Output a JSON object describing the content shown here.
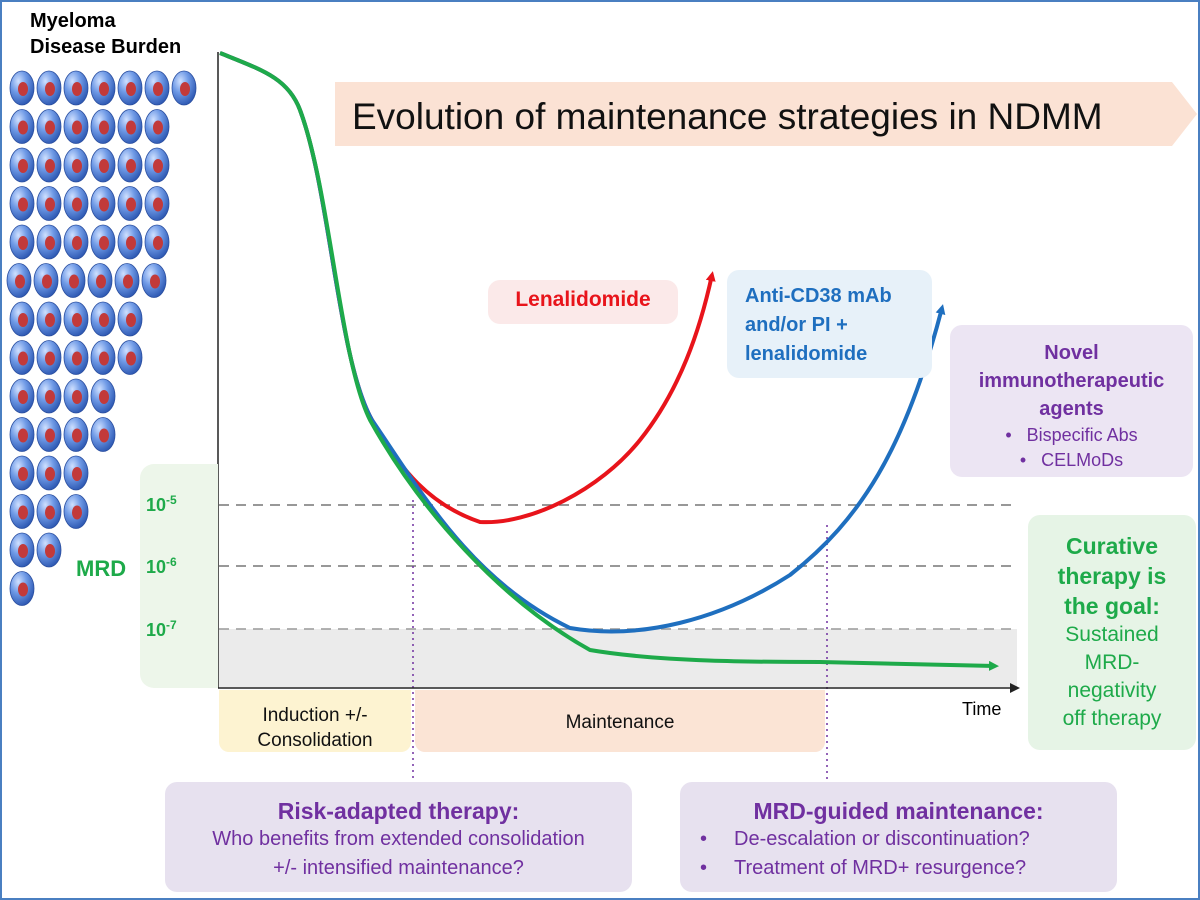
{
  "y_axis_title": [
    "Myeloma",
    "Disease Burden"
  ],
  "title": "Evolution of maintenance strategies in NDMM",
  "mrd_label": "MRD",
  "mrd_ticks": [
    {
      "base": "10",
      "exp": "-5"
    },
    {
      "base": "10",
      "exp": "-6"
    },
    {
      "base": "10",
      "exp": "-7"
    }
  ],
  "x_axis_label": "Time",
  "phases": {
    "induction": [
      "Induction +/-",
      "Consolidation"
    ],
    "maintenance": "Maintenance"
  },
  "strategies": {
    "lenalidomide": {
      "label": "Lenalidomide",
      "color": "#e8141b"
    },
    "anti_cd38": {
      "lines": [
        "Anti-CD38 mAb",
        "and/or PI +",
        "lenalidomide"
      ],
      "color": "#1f6fbf"
    },
    "novel": {
      "title": [
        "Novel",
        "immunotherapeutic",
        "agents"
      ],
      "bullets": [
        "Bispecific Abs",
        "CELMoDs"
      ],
      "color": "#7030a0"
    },
    "curative": {
      "title": [
        "Curative",
        "therapy is",
        "the goal:"
      ],
      "sub": [
        "Sustained",
        "MRD-",
        "negativity",
        "off therapy"
      ],
      "color": "#1eaa4a"
    }
  },
  "risk_adapted": {
    "title": "Risk-adapted therapy:",
    "lines": [
      "Who benefits from extended consolidation",
      "+/- intensified maintenance?"
    ]
  },
  "mrd_guided": {
    "title": "MRD-guided maintenance:",
    "bullet_char": "•",
    "bullets": [
      "De-escalation or discontinuation?",
      "Treatment of MRD+ resurgence?"
    ]
  },
  "cell_rows": [
    7,
    6,
    6,
    6,
    6,
    6,
    5,
    5,
    4,
    4,
    3,
    3,
    2,
    1
  ],
  "colors": {
    "accent_border": "#4a7fc1",
    "title_arrow": "#fbe2d4",
    "cell_fill": "#3d6fd0",
    "cell_nucleus": "#c23a3a"
  }
}
